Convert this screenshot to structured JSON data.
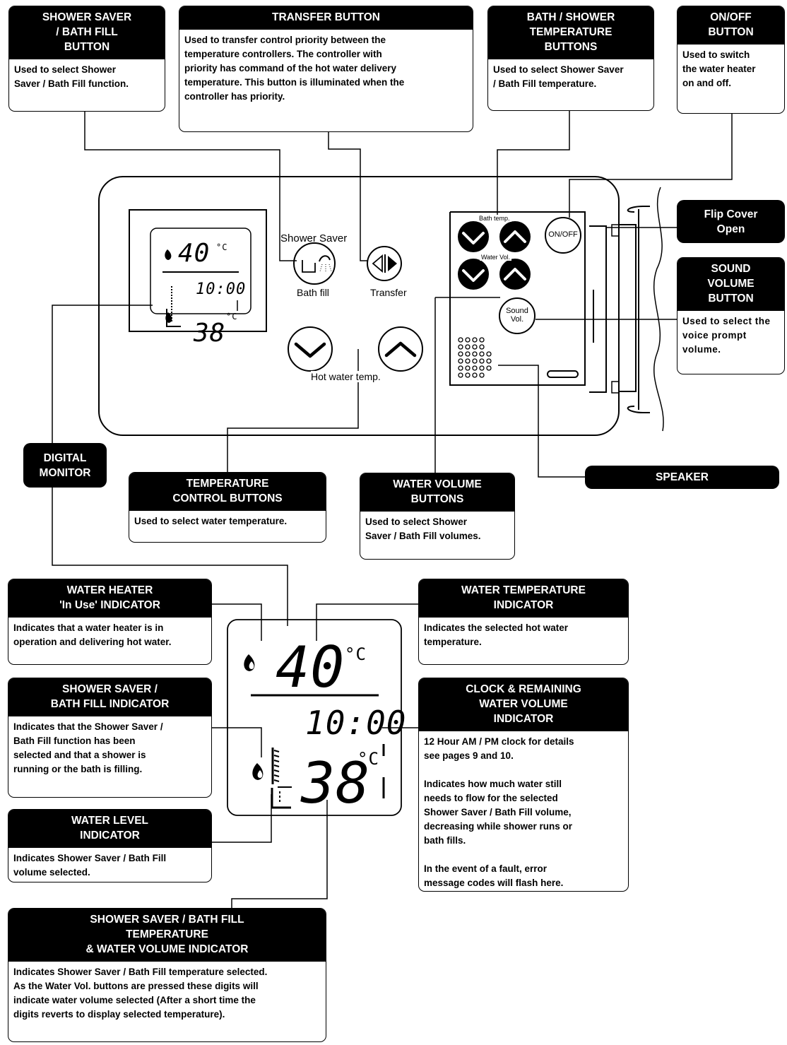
{
  "colors": {
    "ink": "#000000",
    "paper": "#ffffff"
  },
  "callouts": {
    "shower_saver_button": {
      "title": "SHOWER SAVER\n/ BATH FILL\nBUTTON",
      "body": "Used to select Shower\nSaver / Bath Fill function."
    },
    "transfer_button": {
      "title": "TRANSFER BUTTON",
      "body": "Used to transfer control priority between the\ntemperature controllers. The controller with\npriority has command of the hot water delivery\ntemperature.  This button is illuminated when the\ncontroller has priority."
    },
    "bath_shower_temp_buttons": {
      "title": "BATH / SHOWER\nTEMPERATURE\nBUTTONS",
      "body": "Used to select Shower Saver\n/ Bath Fill temperature."
    },
    "on_off_button": {
      "title": "ON/OFF\nBUTTON",
      "body": "Used to switch\nthe water heater\non and off."
    },
    "flip_cover": {
      "title": "Flip Cover\nOpen"
    },
    "sound_volume_button": {
      "title": "SOUND\nVOLUME\nBUTTON",
      "body": "Used to select the\nvoice prompt\nvolume."
    },
    "digital_monitor": {
      "title": "DIGITAL\nMONITOR"
    },
    "temperature_control_buttons": {
      "title": "TEMPERATURE\nCONTROL BUTTONS",
      "body": "Used to select water temperature."
    },
    "water_volume_buttons": {
      "title": "WATER VOLUME\nBUTTONS",
      "body": "Used to select Shower\nSaver / Bath Fill volumes."
    },
    "speaker": {
      "title": "SPEAKER"
    },
    "water_heater_in_use": {
      "title": "WATER HEATER\n'In Use' INDICATOR",
      "body": "Indicates that a water heater is in\noperation and delivering hot water."
    },
    "water_temperature_indicator": {
      "title": "WATER TEMPERATURE\nINDICATOR",
      "body": "Indicates the selected hot water\ntemperature."
    },
    "shower_saver_indicator": {
      "title": "SHOWER SAVER /\nBATH FILL  INDICATOR",
      "body": "Indicates that the Shower Saver /\nBath Fill function has been\nselected and that a shower is\nrunning or the bath is filling."
    },
    "clock_indicator": {
      "title": "CLOCK & REMAINING\nWATER VOLUME\nINDICATOR",
      "body": "12 Hour AM / PM clock for details\nsee pages 9 and 10.\n\nIndicates how much water still\nneeds to flow for the selected\nShower Saver / Bath Fill volume,\ndecreasing while shower runs or\nbath fills.\n\nIn the event of a fault, error\nmessage codes will flash here."
    },
    "water_level_indicator": {
      "title": "WATER LEVEL\nINDICATOR",
      "body": "Indicates Shower Saver / Bath Fill\nvolume selected."
    },
    "temp_volume_indicator": {
      "title": "SHOWER SAVER / BATH FILL\nTEMPERATURE\n& WATER VOLUME INDICATOR",
      "body": "Indicates Shower Saver / Bath Fill temperature selected.\nAs the Water Vol. buttons are pressed these digits will\nindicate water volume selected (After a short time the\ndigits reverts to display selected temperature)."
    }
  },
  "panel": {
    "shower_saver_label": "Shower Saver",
    "bath_fill_label": "Bath fill",
    "transfer_label": "Transfer",
    "hot_water_temp_label": "Hot water temp.",
    "bath_temp_label": "Bath temp.",
    "water_vol_label": "Water Vol.",
    "on_off_label": "ON/OFF",
    "sound_vol_label": "Sound\nVol."
  },
  "display": {
    "hot_water_temp": "40",
    "temp_unit": "°C",
    "clock": "10:00",
    "bath_temp": "38"
  }
}
